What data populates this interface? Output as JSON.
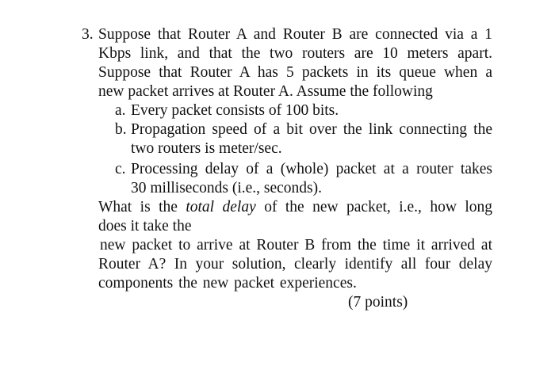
{
  "question": {
    "number": "3.",
    "intro_lines": [
      "Suppose that Router A and Router B are connected via a 1",
      "Kbps link, and that the two routers are 10 meters apart.",
      "Suppose that Router A has 5 packets in its queue when a",
      "new packet arrives at Router A. Assume the following"
    ],
    "items": [
      {
        "marker": "a.",
        "lines": [
          "Every packet consists of 100 bits."
        ]
      },
      {
        "marker": "b.",
        "lines": [
          "Propagation speed of a bit over the link connecting the",
          "two routers is meter/sec."
        ]
      },
      {
        "marker": "c.",
        "lines": [
          "Processing delay of a (whole) packet at a router takes",
          "30 milliseconds (i.e., seconds)."
        ]
      }
    ],
    "ask": {
      "line1_before": "What is the ",
      "line1_em": "total delay",
      "line1_after": " of the new packet, i.e., how long",
      "line2": "does it take the",
      "line3": "new packet to arrive at Router B from the time it arrived at",
      "line4": "Router A? In your solution, clearly identify all four delay",
      "line5": "components the new packet experiences."
    },
    "points": "(7 points)"
  }
}
